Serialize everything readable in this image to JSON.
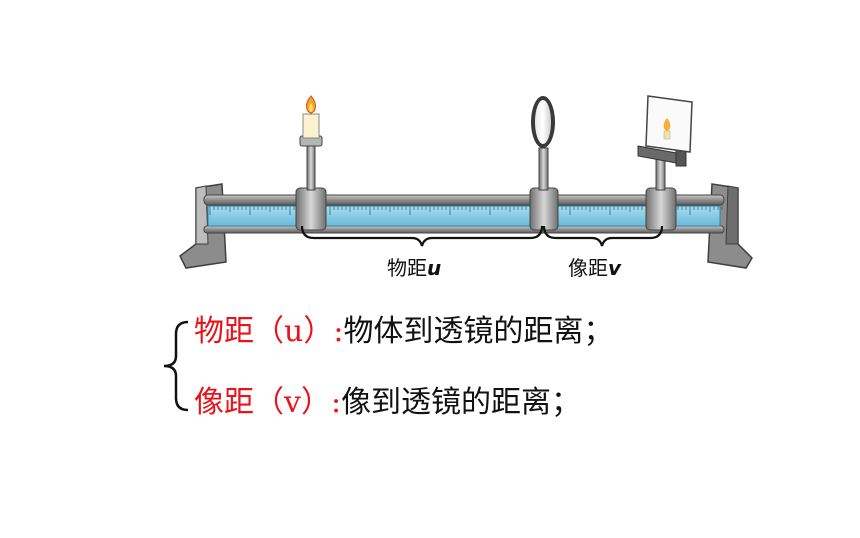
{
  "diagram": {
    "object_distance_label": "物距",
    "object_distance_symbol": "u",
    "image_distance_label": "像距",
    "image_distance_symbol": "v",
    "icons": [
      "candle-icon",
      "convex-lens-icon",
      "screen-icon",
      "optical-bench-icon"
    ],
    "colors": {
      "rail": "#8a8a8a",
      "ruler": "#8fd0ea",
      "accent": "#e8141c"
    }
  },
  "definitions": [
    {
      "term": "物距（u）",
      "separator": ":",
      "text": "物体到透镜的距离；"
    },
    {
      "term": "像距（v）",
      "separator": ":",
      "text": "像到透镜的距离；"
    }
  ]
}
